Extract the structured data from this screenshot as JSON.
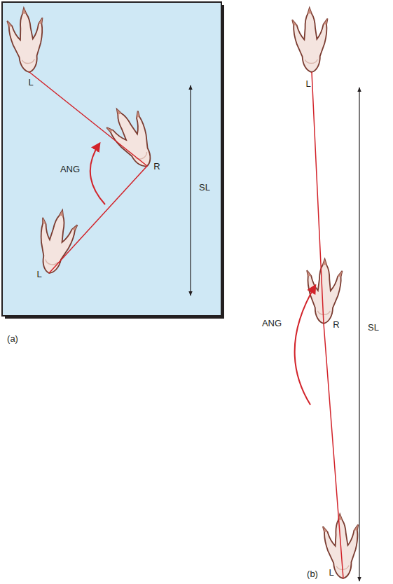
{
  "diagram": {
    "labels": [
      "L",
      "R",
      "L",
      "ANG",
      "SL",
      "(a)",
      "L",
      "R",
      "L",
      "ANG",
      "SL",
      "(b)"
    ]
  }
}
